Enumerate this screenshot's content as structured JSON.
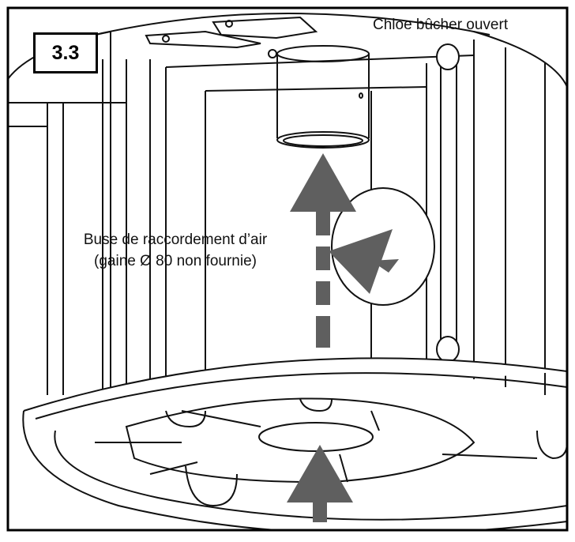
{
  "figure": {
    "step_number": "3.3",
    "top_caption": "Chloe bûcher ouvert",
    "callout_line1": "Buse de raccordement d’air",
    "callout_line2": "(gaine Ø 80 non fournie)"
  },
  "colors": {
    "line": "#111111",
    "arrow": "#5f5f5f",
    "background": "#ffffff"
  },
  "icons": [
    "arrow-up-icon",
    "arrow-inward-icon",
    "dashed-arrow-icon"
  ]
}
